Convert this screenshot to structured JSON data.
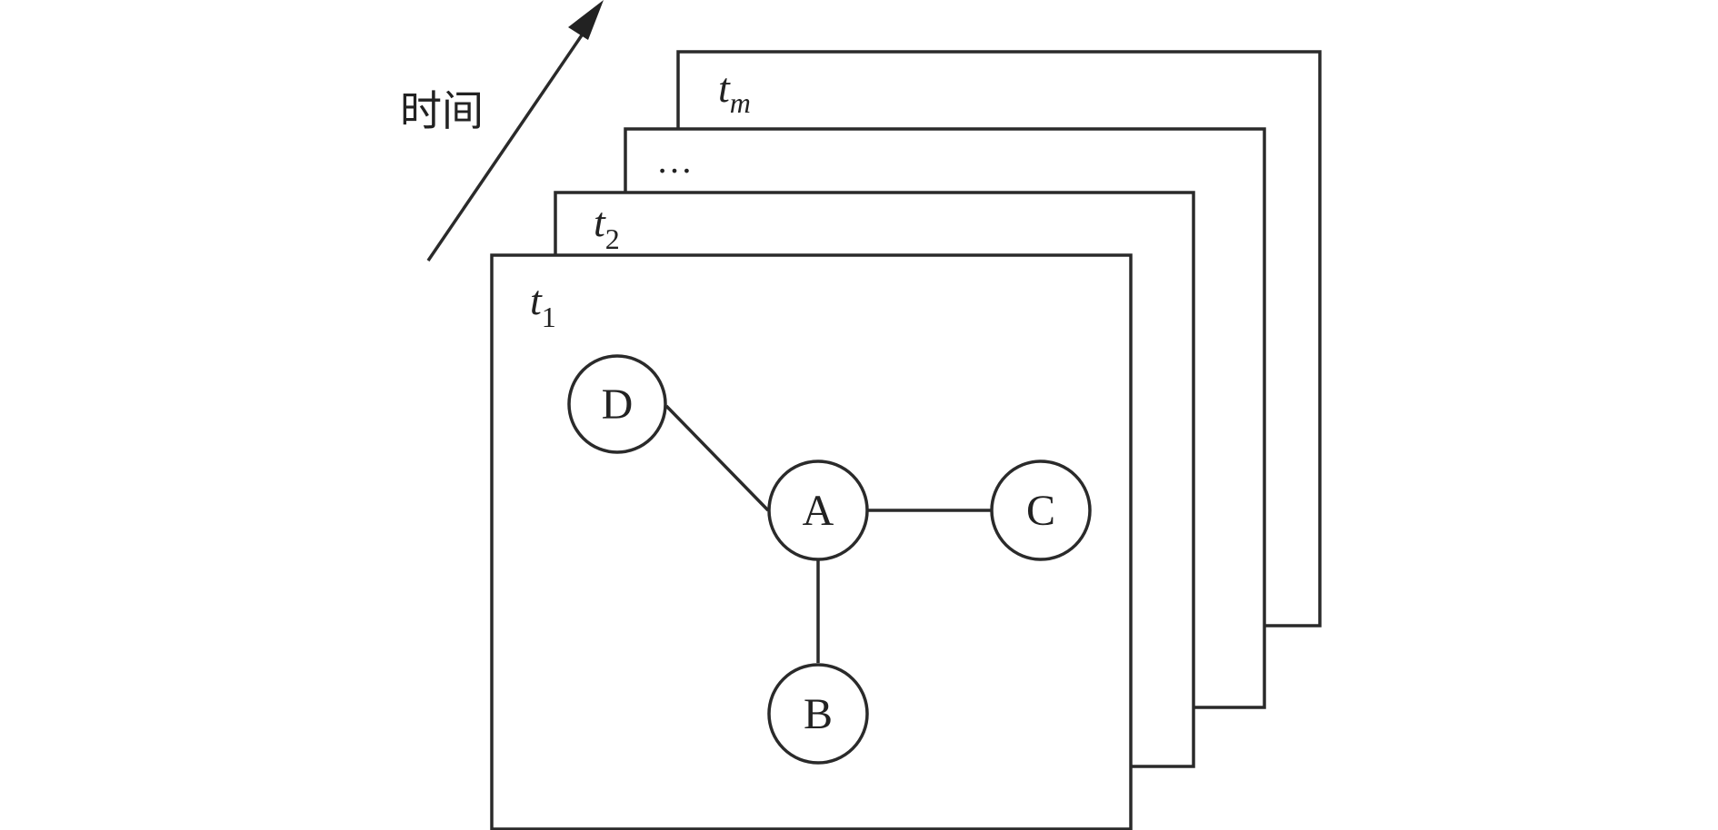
{
  "time_axis": {
    "label": "时间"
  },
  "frames": [
    {
      "id": "tm",
      "base": "t",
      "subscript": "m",
      "subscript_italic": true
    },
    {
      "id": "ellipsis",
      "text": "…"
    },
    {
      "id": "t2",
      "base": "t",
      "subscript": "2",
      "subscript_italic": false
    },
    {
      "id": "t1",
      "base": "t",
      "subscript": "1",
      "subscript_italic": false
    }
  ],
  "graph": {
    "nodes": [
      {
        "id": "A",
        "label": "A"
      },
      {
        "id": "B",
        "label": "B"
      },
      {
        "id": "C",
        "label": "C"
      },
      {
        "id": "D",
        "label": "D"
      }
    ],
    "edges": [
      {
        "from": "A",
        "to": "D"
      },
      {
        "from": "A",
        "to": "C"
      },
      {
        "from": "A",
        "to": "B"
      }
    ]
  },
  "colors": {
    "stroke": "#2a2a2a",
    "text": "#222222",
    "background": "#ffffff"
  }
}
